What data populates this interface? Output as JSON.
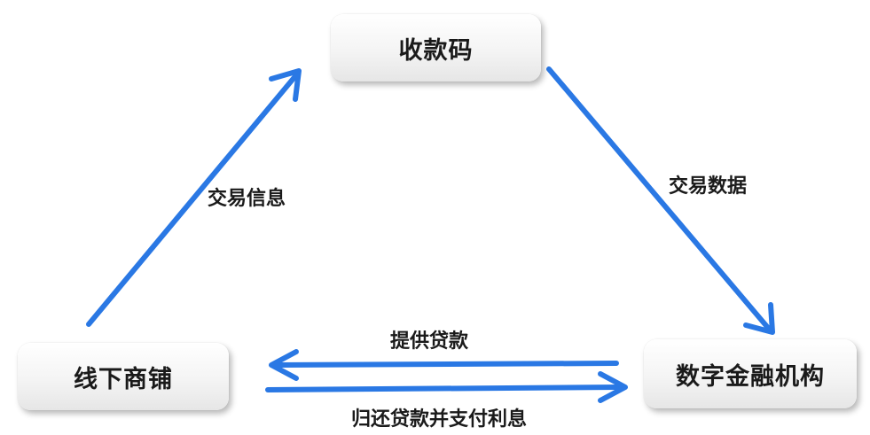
{
  "nodes": {
    "qr_code": "收款码",
    "offline_store": "线下商铺",
    "digital_finance": "数字金融机构"
  },
  "edges": {
    "store_to_qr": "交易信息",
    "qr_to_finance": "交易数据",
    "finance_to_store": "提供贷款",
    "store_to_finance": "归还贷款并支付利息"
  },
  "colors": {
    "arrow": "#2a78e4"
  }
}
